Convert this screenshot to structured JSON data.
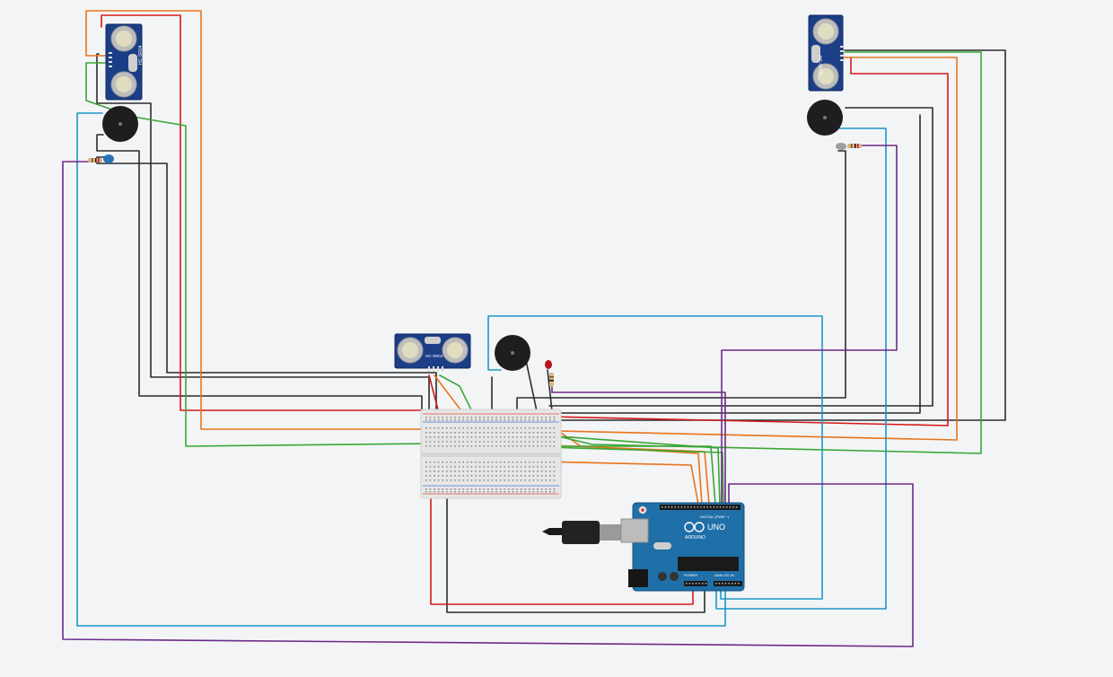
{
  "sensor_labels": {
    "sensor_left": "HC-SR04",
    "sensor_center": "HC-SR04",
    "sensor_right": "HC-SR04"
  },
  "arduino": {
    "logo_text": "UNO",
    "brand_text": "ARDUINO",
    "digital_header_text": "DIGITAL (PWM ~)",
    "power_header_text": "POWER",
    "analog_header_text": "ANALOG IN"
  },
  "colors": {
    "background": "#f3f4f6",
    "wire_black": "#2b2b2b",
    "wire_red": "#d6191b",
    "wire_orange": "#e8741a",
    "wire_green": "#3aa635",
    "wire_blue": "#1c97c9",
    "wire_purple": "#6c2a86",
    "board_blue": "#1f6fa8",
    "sensor_blue": "#1b3e86",
    "breadboard": "#e8e8e8"
  }
}
